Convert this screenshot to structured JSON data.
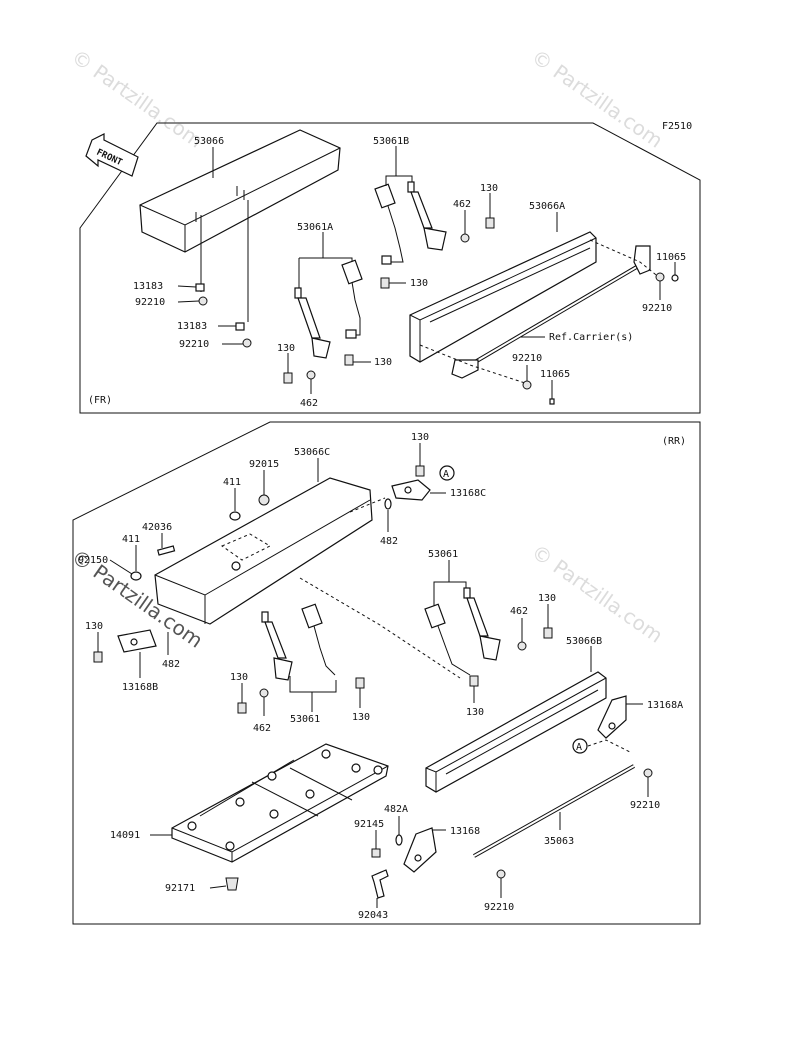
{
  "figure_code": "F2510",
  "sections": {
    "front": "(FR)",
    "rear": "(RR)"
  },
  "front_arrow": "FRONT",
  "watermark": "© Partzilla.com",
  "ref_ref_mark": "A",
  "labels": {
    "p53066": "53066",
    "p53061B": "53061B",
    "p130_a": "130",
    "p462_a": "462",
    "p53066A": "53066A",
    "p11065_a": "11065",
    "p53061A": "53061A",
    "p13183_a": "13183",
    "p92210_a": "92210",
    "p13183_b": "13183",
    "p92210_b": "92210",
    "p130_b": "130",
    "p130_c": "130",
    "p130_d": "130",
    "p462_b": "462",
    "p92210_c": "92210",
    "p92210_d": "92210",
    "p11065_b": "11065",
    "ref_carrier": "Ref.Carrier(s)",
    "p130_e": "130",
    "p92015": "92015",
    "p53066C": "53066C",
    "p13168C": "13168C",
    "p411_a": "411",
    "p42036": "42036",
    "p411_b": "411",
    "p92150": "92150",
    "p482_a": "482",
    "p53061_a": "53061",
    "p130_f": "130",
    "p462_c": "462",
    "p130_g": "130",
    "p53066B": "53066B",
    "p13168A": "13168A",
    "p13168B": "13168B",
    "p482_b": "482",
    "p130_h": "130",
    "p462_d": "462",
    "p53061_b": "53061",
    "p130_i": "130",
    "p130_j": "130",
    "p92210_e": "92210",
    "p14091": "14091",
    "p482A": "482A",
    "p92145": "92145",
    "p13168": "13168",
    "p35063": "35063",
    "p92171": "92171",
    "p92043": "92043",
    "p92210_f": "92210"
  }
}
